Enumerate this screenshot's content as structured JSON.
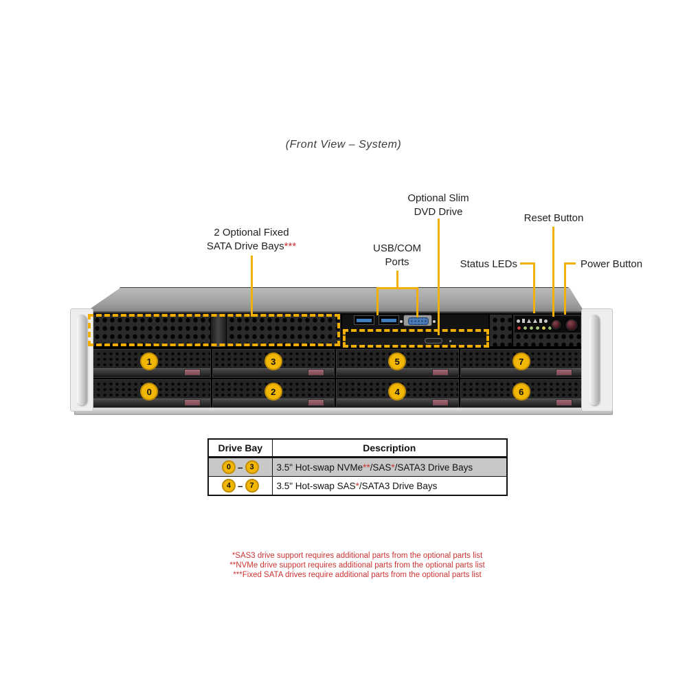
{
  "title": "(Front View – System)",
  "colors": {
    "callout": "#F2AF00",
    "red": "#CC3333",
    "circle_fill": "#F2B705",
    "circle_border": "#C28E05"
  },
  "callouts": {
    "sata_line1": "2 Optional Fixed",
    "sata_line2": "SATA Drive Bays",
    "sata_marks": "***",
    "dvd_line1": "Optional Slim",
    "dvd_line2": "DVD Drive",
    "usb_line1": "USB/COM",
    "usb_line2": "Ports",
    "reset": "Reset Button",
    "status": "Status LEDs",
    "power": "Power Button"
  },
  "bays": {
    "numbers": [
      "1",
      "3",
      "5",
      "7",
      "0",
      "2",
      "4",
      "6"
    ]
  },
  "panel": {
    "leds": [
      "#C04040",
      "#9FBF7A",
      "#9FBF7A",
      "#A8C47E",
      "#D9C95A",
      "#8FB56F"
    ]
  },
  "table": {
    "header_bay": "Drive Bay",
    "header_desc": "Description",
    "dash": "–",
    "rows": [
      {
        "from": "0",
        "to": "3",
        "desc": [
          {
            "t": "3.5\"  Hot-swap NVMe",
            "red": false
          },
          {
            "t": "**",
            "red": true
          },
          {
            "t": "/SAS",
            "red": false
          },
          {
            "t": "*",
            "red": true
          },
          {
            "t": "/SATA3 Drive Bays",
            "red": false
          }
        ]
      },
      {
        "from": "4",
        "to": "7",
        "desc": [
          {
            "t": "3.5\" Hot-swap SAS",
            "red": false
          },
          {
            "t": "*",
            "red": true
          },
          {
            "t": "/SATA3 Drive Bays",
            "red": false
          }
        ]
      }
    ]
  },
  "footnotes": [
    "*SAS3 drive support requires additional parts from the optional parts list",
    "**NVMe drive support requires additional parts from the optional parts list",
    "***Fixed SATA drives require additional parts from the optional parts list"
  ]
}
